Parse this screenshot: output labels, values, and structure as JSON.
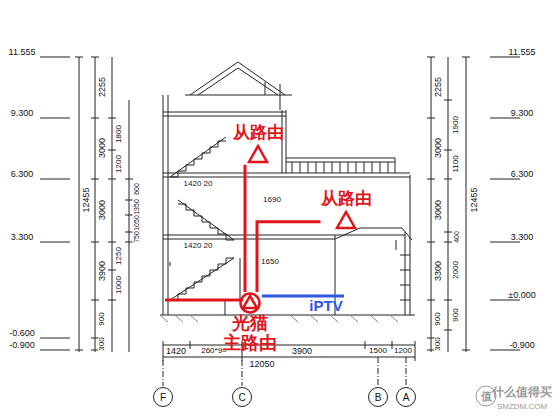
{
  "diagram": {
    "nodes": [
      {
        "text": [
          "从路由"
        ]
      },
      {
        "text": [
          "从路由"
        ]
      },
      {
        "text": [
          "光猫",
          "主路由"
        ]
      },
      {
        "text": [
          "F"
        ]
      },
      {
        "text": [
          "C"
        ]
      },
      {
        "text": [
          "B"
        ]
      },
      {
        "text": [
          "A"
        ]
      }
    ],
    "edges": [
      {
        "from": 2,
        "to": 0,
        "arrow": "none"
      },
      {
        "from": 2,
        "to": 1,
        "arrow": "none"
      }
    ],
    "labels": [
      "11.555",
      "9.300",
      "6.300",
      "3.300",
      "-0.600",
      "-0.900",
      "11.555",
      "9.300",
      "6.300",
      "3.300",
      "±0.000",
      "-0.900",
      "2255",
      "3000",
      "3000",
      "3900",
      "900",
      "300",
      "1800",
      "1200",
      "1250",
      "1000",
      "600",
      "1350",
      "1050",
      "750",
      "12455",
      "2255",
      "3000",
      "3000",
      "3300",
      "900",
      "300",
      "1900",
      "1100",
      "400",
      "2000",
      "900",
      "12455",
      "1420 20",
      "1690",
      "1420 20",
      "1650",
      "1420",
      "260*9=",
      "3900",
      "1500",
      "1200",
      "12050",
      "iPTV",
      "值",
      "什么值得买",
      "SMZDM.COM"
    ]
  }
}
